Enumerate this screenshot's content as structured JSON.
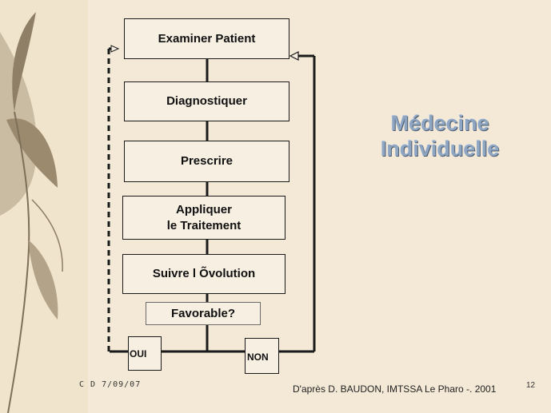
{
  "slide": {
    "title_line1": "Médecine",
    "title_line2": "Individuelle",
    "footer_left": "C D 7/09/07",
    "footer_credit": "D'après D. BAUDON, IMTSSA Le Pharo -. 2001",
    "page_number": "12"
  },
  "flowchart": {
    "step_examine": "Examiner  Patient",
    "step_diagnose": "Diagnostiquer",
    "step_prescribe": "Prescrire",
    "step_apply": "Appliquer\nle Traitement",
    "step_follow": "Suivre l Õvolution",
    "decision": "Favorable?",
    "yes_label": "OUI",
    "no_label": "NON"
  },
  "colors": {
    "background": "#f3e9d6",
    "box_fill": "#f6efe2",
    "line": "#1a1a1a",
    "title": "#8fa6c3"
  }
}
